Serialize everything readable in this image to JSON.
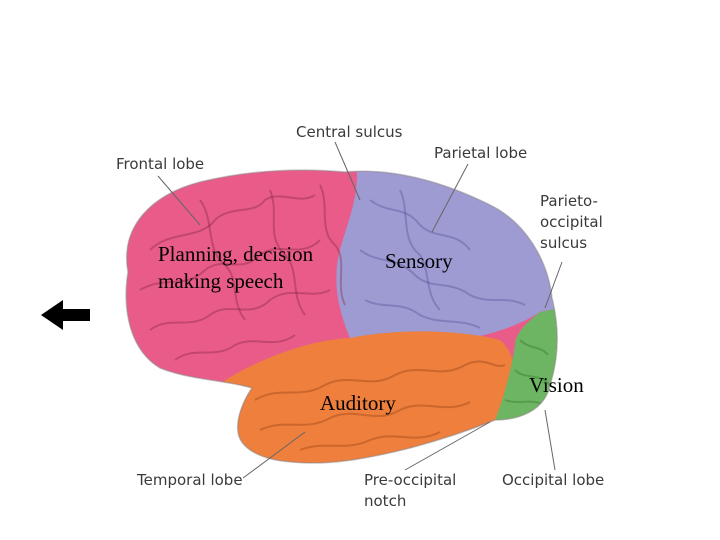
{
  "labels": {
    "central_sulcus": "Central sulcus",
    "frontal_lobe": "Frontal lobe",
    "parietal_lobe": "Parietal lobe",
    "parieto_occipital_sulcus": [
      "Parieto-",
      "occipital",
      "sulcus"
    ],
    "temporal_lobe": "Temporal lobe",
    "pre_occipital_notch": [
      "Pre-occipital",
      "notch"
    ],
    "occipital_lobe": "Occipital lobe"
  },
  "annotations": {
    "planning": [
      "Planning, decision",
      "making speech"
    ],
    "sensory": "Sensory",
    "auditory": "Auditory",
    "vision": "Vision"
  },
  "colors": {
    "frontal": "#e95c8a",
    "parietal": "#9e9bd3",
    "temporal": "#ee7f3c",
    "occipital": "#6db562",
    "label_text": "#3a3a3a",
    "leader_line": "#666666",
    "arrow": "#000000"
  },
  "icons": {
    "direction_arrow": "left-arrow-icon"
  }
}
